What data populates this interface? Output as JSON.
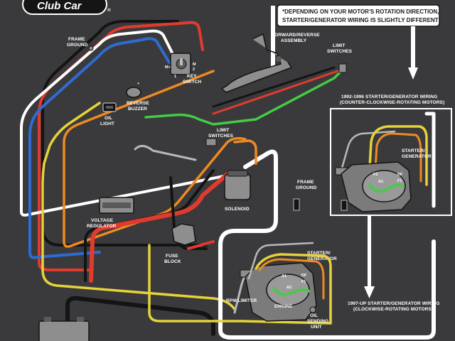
{
  "brand": {
    "name": "Club Car",
    "registered_mark": "®"
  },
  "note": {
    "line1": "*DEPENDING ON YOUR MOTOR'S ROTATION DIRECTION,",
    "line2": "STARTER/GENERATOR WIRING IS SLIGHTLY DIFFERENT"
  },
  "labels": {
    "frame_ground_top": [
      "FRAME",
      "GROUND"
    ],
    "frame_ground_right": [
      "FRAME",
      "GROUND"
    ],
    "forward_reverse": [
      "FORWARD/REVERSE",
      "ASSEMBLY"
    ],
    "limit_switches_top": [
      "LIMIT",
      "SWITCHES"
    ],
    "limit_switches_mid": [
      "LIMIT",
      "SWITCHES"
    ],
    "key_switch": [
      "KEY",
      "SWITCH"
    ],
    "key_terminal_mplus": "M+",
    "key_terminal_m": "M",
    "key_terminal_1": "1",
    "key_terminal_2": "2",
    "reverse_buzzer": [
      "REVERSE",
      "BUZZER"
    ],
    "oil_light": [
      "OIL",
      "LIGHT"
    ],
    "voltage_regulator": [
      "VOLTAGE",
      "REGULATOR"
    ],
    "fuse_block": [
      "FUSE",
      "BLOCK"
    ],
    "solenoid": "SOLENOID",
    "rpm_limiter": "RPM LIMITER",
    "engine": "ENGINE",
    "oil_sending_unit": [
      "OIL",
      "SENDING",
      "UNIT"
    ],
    "starter_generator_main": [
      "STARTER/",
      "GENERATOR"
    ],
    "starter_generator_inset": [
      "STARTER/",
      "GENERATOR"
    ],
    "terminal_a1": "A1",
    "terminal_a2": "A2",
    "terminal_df": "DF",
    "terminal_f1": "F1",
    "terminal_f2": "F2",
    "wiring_1992": [
      "1992-1996 STARTER/GENERATOR WIRING",
      "(COUNTER-CLOCKWISE-ROTATING MOTORS)"
    ],
    "wiring_1997": [
      "1997-UP STARTER/GENERATOR WIRING",
      "(CLOCKWISE-ROTATING MOTORS)"
    ]
  },
  "colors": {
    "background": "#3a3a3c",
    "wire_red": "#e23b2e",
    "wire_black": "#141414",
    "wire_white": "#ffffff",
    "wire_blue": "#2f6bd1",
    "wire_yellow": "#e6d23a",
    "wire_orange": "#ef8a22",
    "wire_green": "#44cc44",
    "wire_gray": "#b9b9b9",
    "component": "#8e8e8e"
  }
}
